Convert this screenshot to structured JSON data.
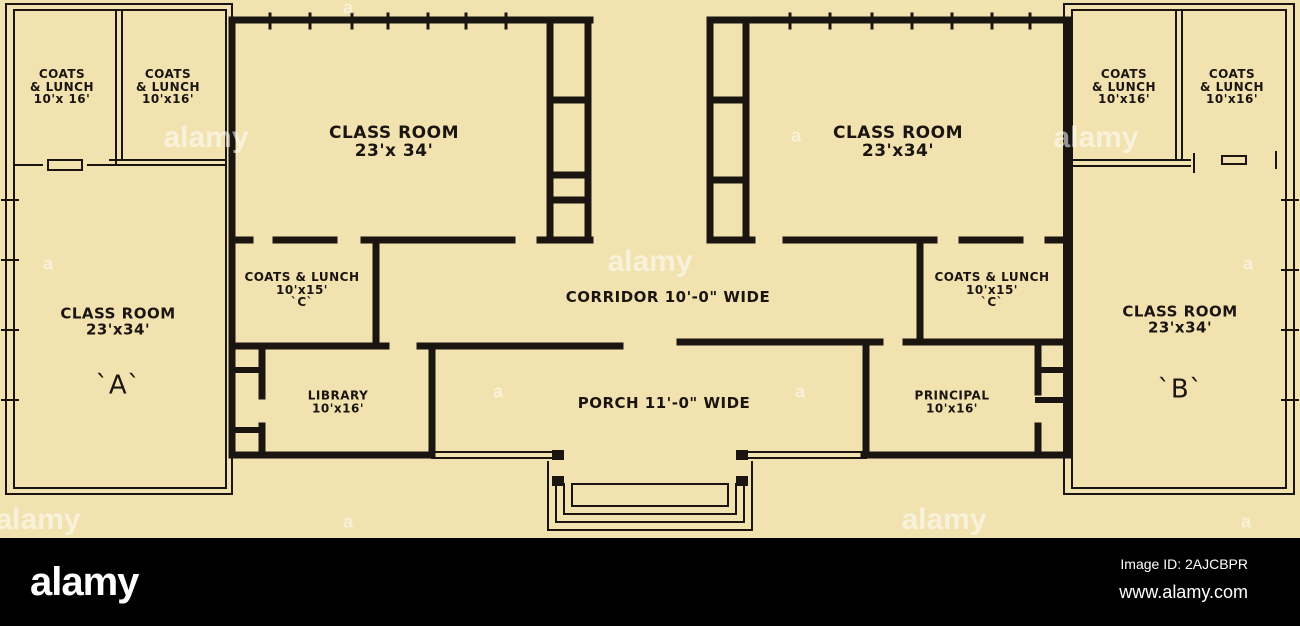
{
  "rooms": {
    "coats_far_left_1": "COATS\n& LUNCH\n10'x 16'",
    "coats_far_left_2": "COATS\n& LUNCH\n10'x16'",
    "coats_far_right_1": "COATS\n& LUNCH\n10'x16'",
    "coats_far_right_2": "COATS\n& LUNCH\n10'x16'",
    "classroom_top_left": "CLASS ROOM\n23'x 34'",
    "classroom_top_right": "CLASS ROOM\n23'x34'",
    "classroom_a": "CLASS ROOM\n23'x34'",
    "classroom_a_letter": "`A`",
    "classroom_b": "CLASS ROOM\n23'x34'",
    "classroom_b_letter": "`B`",
    "coats_c_left": "COATS & LUNCH\n10'x15'\n`C`",
    "coats_c_right": "COATS & LUNCH\n10'x15'\n`C`",
    "corridor": "CORRIDOR  10'-0\" WIDE",
    "library": "LIBRARY\n10'x16'",
    "porch": "PORCH  11'-0\" WIDE",
    "principal": "PRINCIPAL\n10'x16'"
  },
  "watermark": {
    "brand": "alamy",
    "letter": "a"
  },
  "footer": {
    "logo": "alamy",
    "image_id": "Image ID: 2AJCBPR",
    "url": "www.alamy.com"
  },
  "colors": {
    "paper": "#f2e2b0",
    "ink": "#1a1510",
    "footer_bg": "#000000"
  }
}
